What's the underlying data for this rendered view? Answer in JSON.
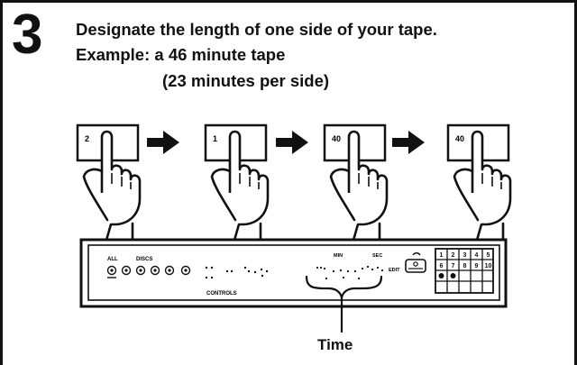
{
  "step": {
    "number": "3",
    "instruction": [
      "Designate the length of one side of your tape.",
      "Example: a 46 minute tape",
      "(23 minutes per side)"
    ]
  },
  "sequence": [
    {
      "display": "2"
    },
    {
      "display": "1"
    },
    {
      "display": "40"
    },
    {
      "display": "40"
    }
  ],
  "deck": {
    "labels": {
      "all": "ALL",
      "discs": "DISCS",
      "controls": "CONTROLS",
      "min": "MIN",
      "sec": "SEC",
      "edit": "EDIT"
    },
    "keypad": [
      "1",
      "2",
      "3",
      "4",
      "5",
      "6",
      "7",
      "8",
      "9",
      "10"
    ]
  },
  "callout": {
    "label": "Time"
  }
}
